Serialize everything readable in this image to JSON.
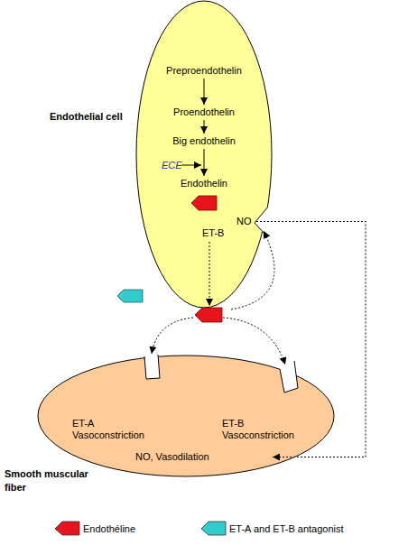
{
  "diagram": {
    "nodes": [
      {
        "text": [
          "Endothelial cell"
        ]
      },
      {
        "text": [
          "Preproendothelin"
        ],
        "in": 0
      },
      {
        "text": [
          "Proendothelin"
        ],
        "in": 0
      },
      {
        "text": [
          "Big endothelin"
        ],
        "in": 0
      },
      {
        "text": [
          "Endothelin"
        ],
        "in": 0
      },
      {
        "text": [
          "NO"
        ],
        "in": 0
      },
      {
        "text": [
          "Smooth muscular fiber"
        ]
      },
      {
        "text": [
          "ET-A",
          "Vasoconstriction"
        ],
        "in": 6
      },
      {
        "text": [
          "ET-B",
          "Vasoconstriction"
        ],
        "in": 6
      },
      {
        "text": [
          "NO, Vasodilation"
        ],
        "in": 6
      }
    ],
    "edges": [
      {
        "from": 1,
        "to": 2,
        "arrow": "to"
      },
      {
        "from": 2,
        "to": 3,
        "arrow": "to"
      },
      {
        "from": 3,
        "to": 4,
        "arrow": "to"
      },
      {
        "from": 5,
        "to": 9,
        "arrow": "to"
      }
    ],
    "labels": [
      "ECE",
      "ET-B"
    ],
    "legend": [
      {
        "text": "Endothéline",
        "color": "#e8141c"
      },
      {
        "text": "ET-A and ET-B antagonist",
        "color": "#33cccc"
      }
    ]
  }
}
